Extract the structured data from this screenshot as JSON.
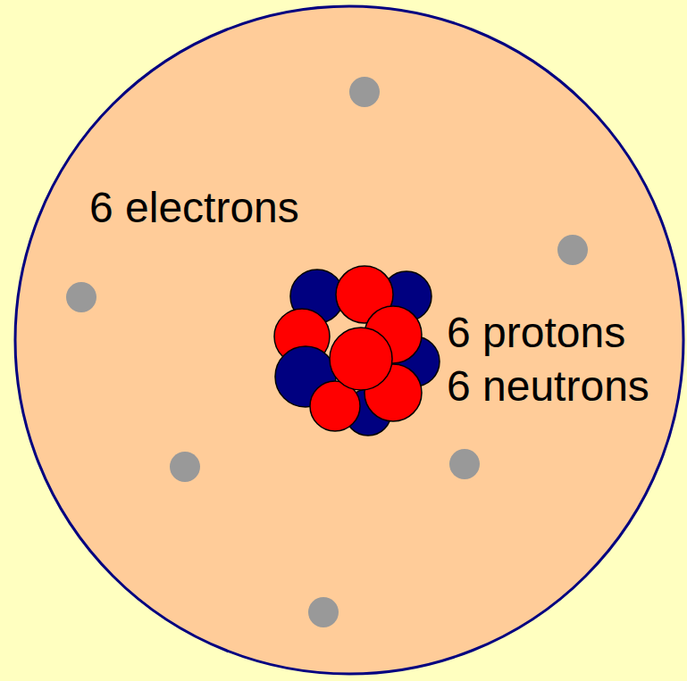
{
  "diagram": {
    "nodes": [
      {
        "text": [
          "6 electrons",
          "6 protons",
          "6 neutrons"
        ]
      }
    ]
  }
}
